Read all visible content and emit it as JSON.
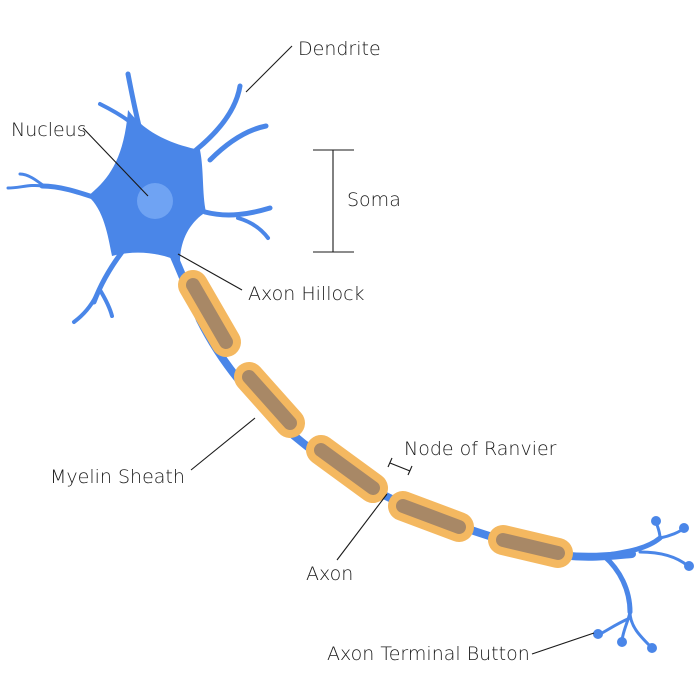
{
  "colors": {
    "neuron": "#4a86e8",
    "nucleus": "#6fa3f3",
    "myelin": "#f4b860",
    "myelin_overlap": "#a88866",
    "line": "#1a1a1a",
    "background": "#ffffff"
  },
  "labels": {
    "dendrite": "Dendrite",
    "nucleus": "Nucleus",
    "soma": "Soma",
    "axon_hillock": "Axon Hillock",
    "myelin_sheath": "Myelin Sheath",
    "node_of_ranvier": "Node of Ranvier",
    "axon": "Axon",
    "axon_terminal_button": "Axon Terminal Button"
  }
}
